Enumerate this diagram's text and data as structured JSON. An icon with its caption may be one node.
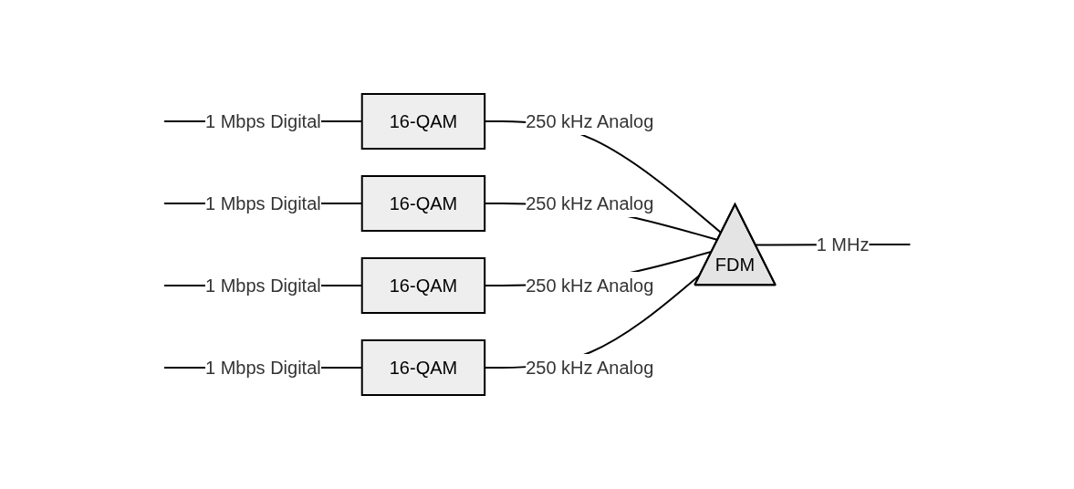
{
  "diagram": {
    "nodes": [
      {
        "text": [
          "16-QAM"
        ]
      },
      {
        "text": [
          "16-QAM"
        ]
      },
      {
        "text": [
          "16-QAM"
        ]
      },
      {
        "text": [
          "16-QAM"
        ]
      },
      {
        "text": [
          "FDM"
        ]
      }
    ],
    "edges": [
      {
        "from": null,
        "to": 0,
        "arrow": "none",
        "label": "1 Mbps Digital"
      },
      {
        "from": null,
        "to": 1,
        "arrow": "none",
        "label": "1 Mbps Digital"
      },
      {
        "from": null,
        "to": 2,
        "arrow": "none",
        "label": "1 Mbps Digital"
      },
      {
        "from": null,
        "to": 3,
        "arrow": "none",
        "label": "1 Mbps Digital"
      },
      {
        "from": 0,
        "to": 4,
        "arrow": "none",
        "label": "250 kHz Analog"
      },
      {
        "from": 1,
        "to": 4,
        "arrow": "none",
        "label": "250 kHz Analog"
      },
      {
        "from": 2,
        "to": 4,
        "arrow": "none",
        "label": "250 kHz Analog"
      },
      {
        "from": 3,
        "to": 4,
        "arrow": "none",
        "label": "250 kHz Analog"
      },
      {
        "from": 4,
        "to": null,
        "arrow": "none",
        "label": "1 MHz"
      }
    ]
  }
}
